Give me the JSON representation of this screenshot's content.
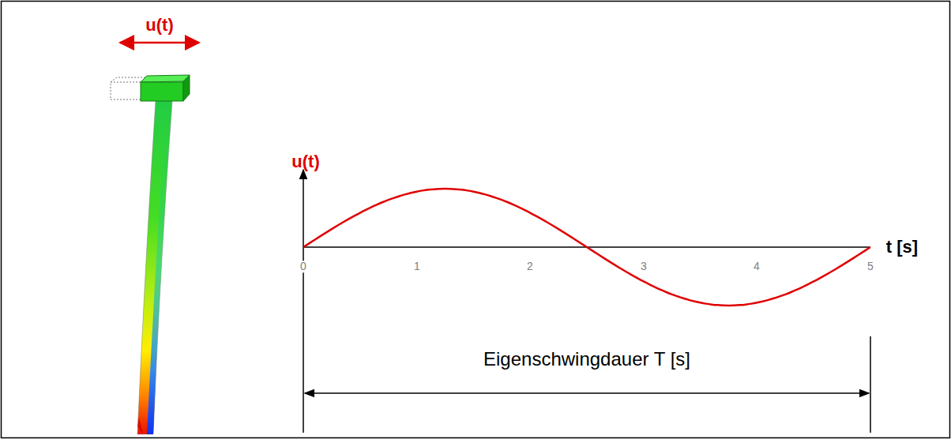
{
  "diagram": {
    "labels": [
      "u(t)",
      "u(t)",
      "t [s]",
      "0",
      "1",
      "2",
      "3",
      "4",
      "5",
      "Eigenschwingdauer T [s]"
    ]
  }
}
